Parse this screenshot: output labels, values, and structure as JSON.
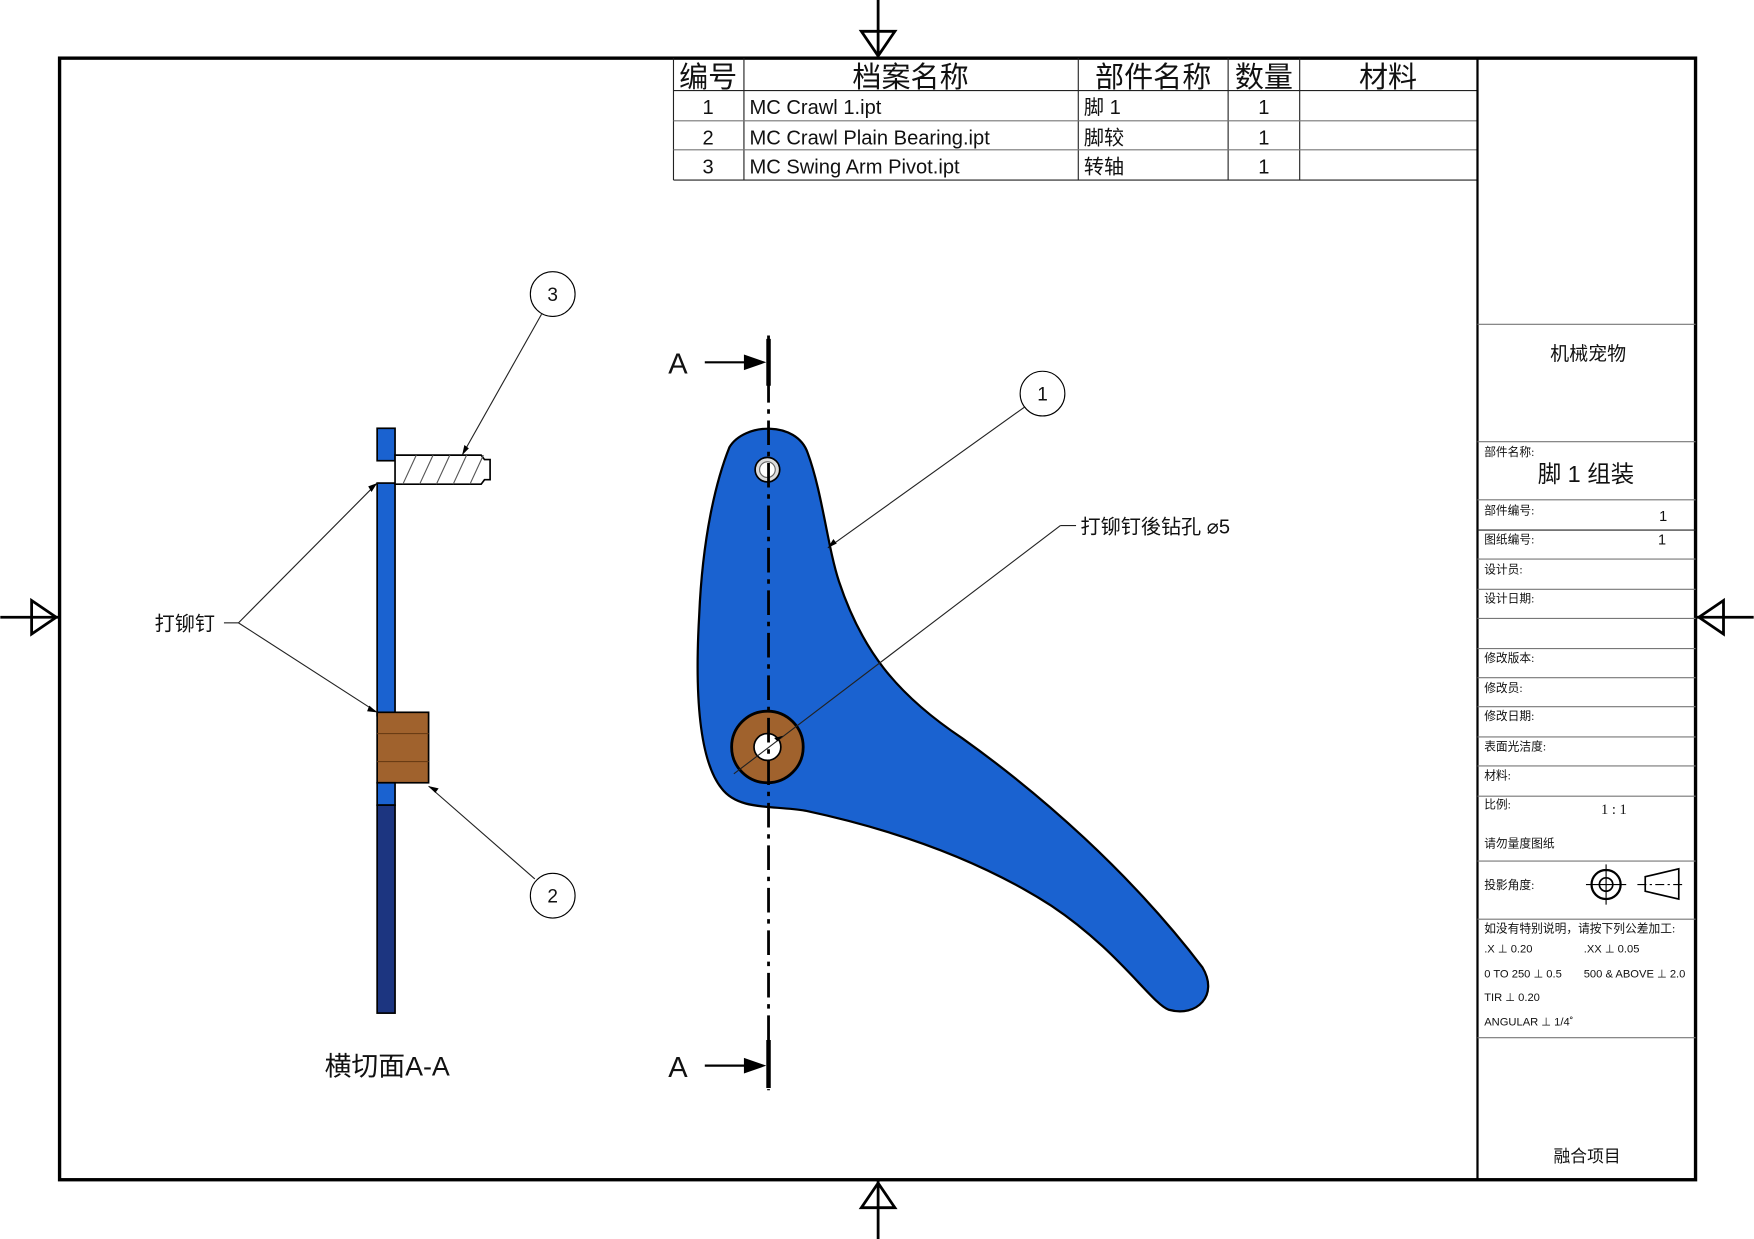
{
  "bom": {
    "headers": [
      "编号",
      "档案名称",
      "部件名称",
      "数量",
      "材料"
    ],
    "rows": [
      {
        "no": "1",
        "file": "MC Crawl 1.ipt",
        "part": "脚 1",
        "qty": "1",
        "material": ""
      },
      {
        "no": "2",
        "file": "MC Crawl Plain Bearing.ipt",
        "part": "脚较",
        "qty": "1",
        "material": ""
      },
      {
        "no": "3",
        "file": "MC Swing Arm Pivot.ipt",
        "part": "转轴",
        "qty": "1",
        "material": ""
      }
    ]
  },
  "drawing": {
    "section_caption": "横切面A-A",
    "rivet_label": "打铆钉",
    "hole_note": "打铆钉後钻孔 ⌀5",
    "section_marker": "A",
    "balloons": [
      "1",
      "2",
      "3"
    ],
    "colors": {
      "part": "#1a62d0",
      "part_dark": "#1c3580",
      "bearing": "#a0622d"
    }
  },
  "title_block": {
    "company": "机械宠物",
    "part_name_label": "部件名称:",
    "part_name": "脚 1 组装",
    "part_no_label": "部件编号:",
    "part_no": "1",
    "drawing_no_label": "图纸编号:",
    "drawing_no": "1",
    "designer_label": "设计员:",
    "design_date_label": "设计日期:",
    "revision_label": "修改版本:",
    "reviser_label": "修改员:",
    "revision_date_label": "修改日期:",
    "surface_label": "表面光洁度:",
    "material_label": "材料:",
    "scale_label": "比例:",
    "scale": "1 : 1",
    "no_scale_note": "请勿量度图纸",
    "projection_label": "投影角度:",
    "tolerance_intro": "如没有特别说明，请按下列公差加工:",
    "tol_x": ".X ⊥ 0.20",
    "tol_xx": ".XX ⊥ 0.05",
    "tol_0_250": "0 TO 250 ⊥ 0.5",
    "tol_500": "500 & ABOVE ⊥ 2.0",
    "tol_tir": "TIR ⊥ 0.20",
    "tol_angular": "ANGULAR ⊥ 1/4˚",
    "project": "融合项目"
  }
}
